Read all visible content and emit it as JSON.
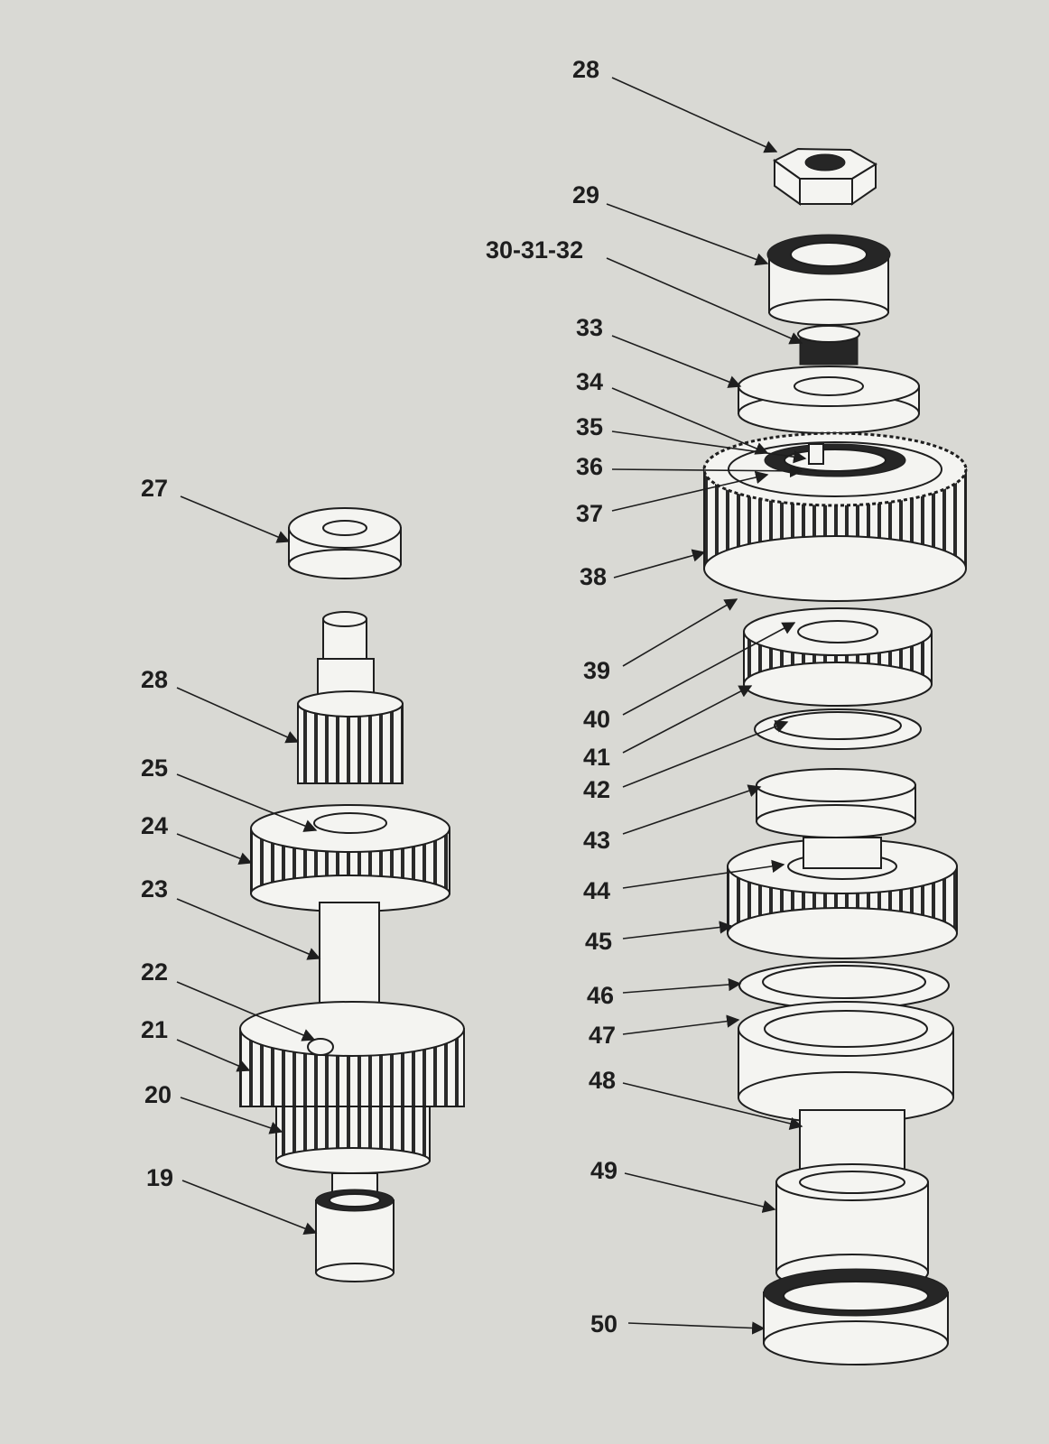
{
  "callouts": {
    "c28a": "28",
    "c29": "29",
    "c30_31_32": "30-31-32",
    "c33": "33",
    "c34": "34",
    "c35": "35",
    "c36": "36",
    "c37": "37",
    "c38": "38",
    "c39": "39",
    "c40": "40",
    "c41": "41",
    "c42": "42",
    "c43": "43",
    "c44": "44",
    "c45": "45",
    "c46": "46",
    "c47": "47",
    "c48": "48",
    "c49": "49",
    "c50": "50",
    "c27": "27",
    "c28b": "28",
    "c25": "25",
    "c24": "24",
    "c23": "23",
    "c22": "22",
    "c21": "21",
    "c20": "20",
    "c19": "19"
  }
}
